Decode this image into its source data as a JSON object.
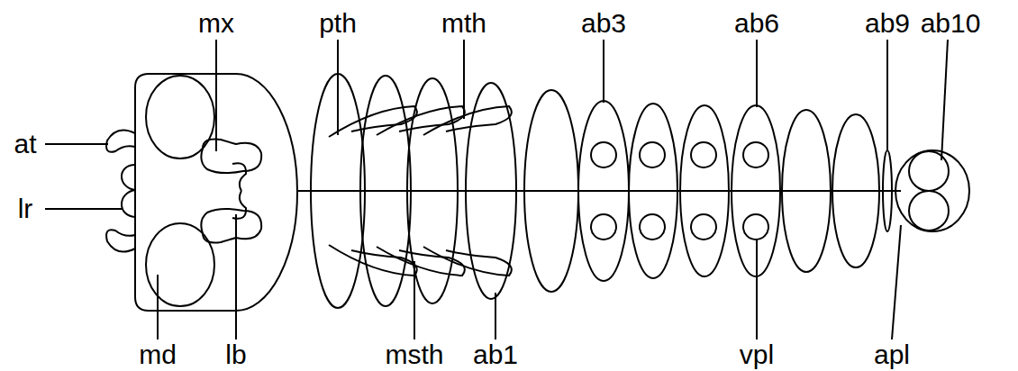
{
  "diagram": {
    "labels": [
      "mx",
      "pth",
      "mth",
      "ab3",
      "ab6",
      "ab9",
      "ab10",
      "at",
      "lr",
      "md",
      "lb",
      "msth",
      "ab1",
      "vpl",
      "apl"
    ]
  }
}
